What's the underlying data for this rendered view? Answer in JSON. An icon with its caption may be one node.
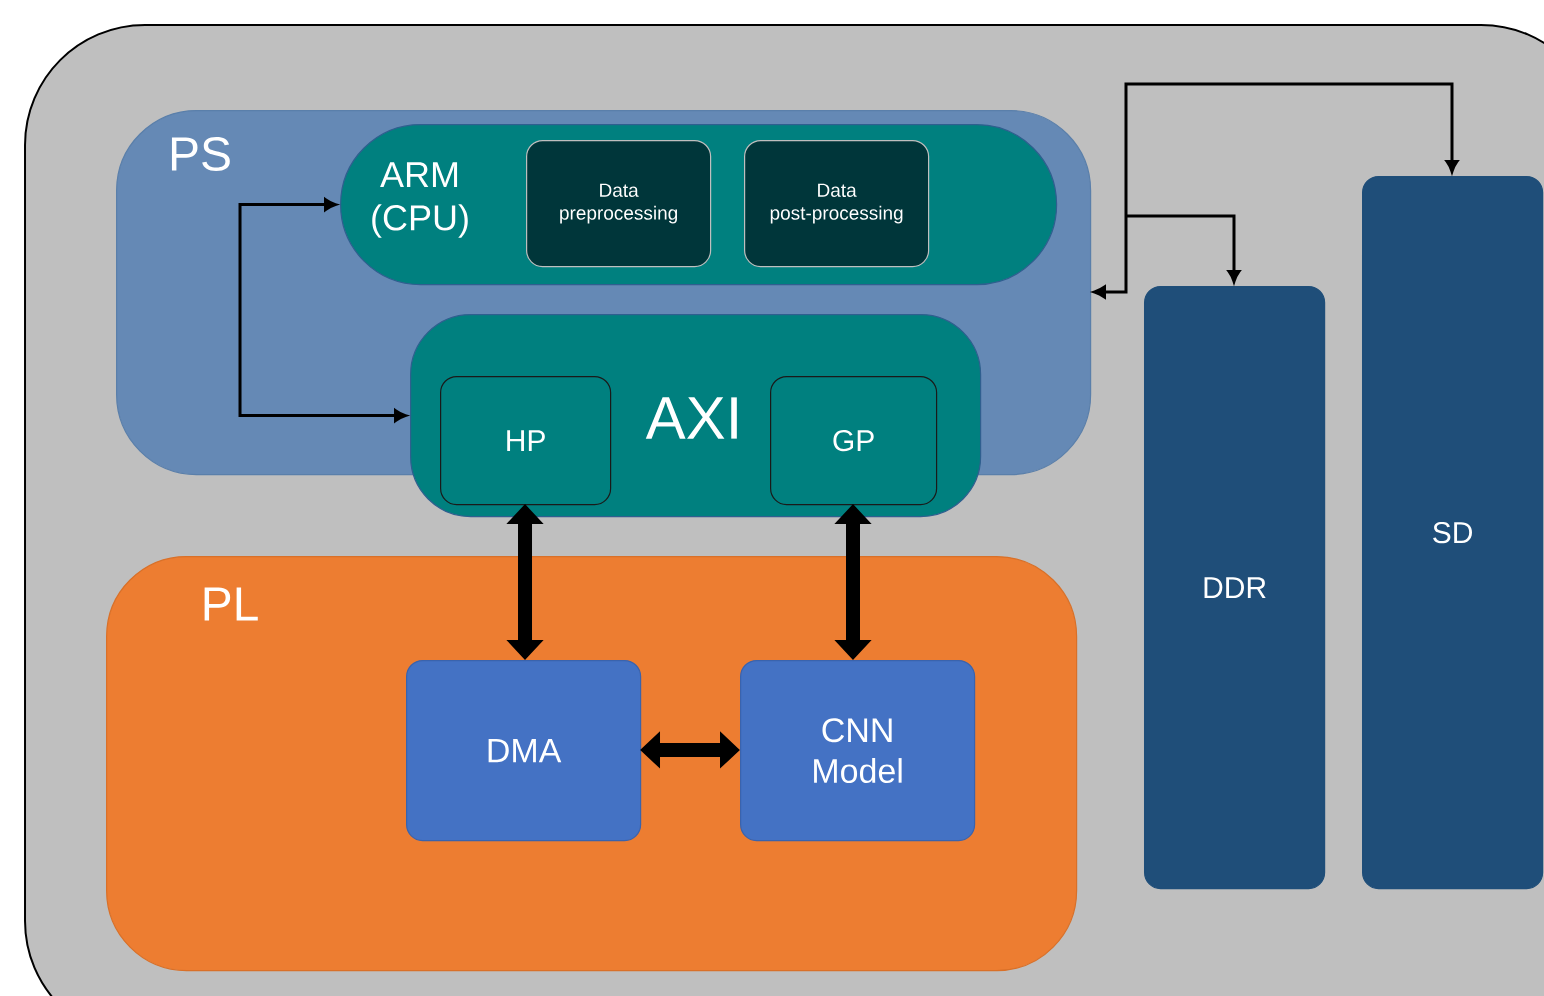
{
  "diagram": {
    "nodes": [
      {
        "text": [],
        "shape": "box"
      },
      {
        "text": [
          "PS"
        ],
        "in": 0
      },
      {
        "text": [
          "ARM (CPU)"
        ],
        "in": 1
      },
      {
        "text": [
          "Data preprocessing"
        ],
        "in": 2
      },
      {
        "text": [
          "Data post-processing"
        ],
        "in": 2
      },
      {
        "text": [
          "AXI"
        ],
        "in": 0
      },
      {
        "text": [
          "HP"
        ],
        "in": 5
      },
      {
        "text": [
          "GP"
        ],
        "in": 5
      },
      {
        "text": [
          "PL"
        ],
        "in": 0
      },
      {
        "text": [
          "DMA"
        ],
        "in": 8
      },
      {
        "text": [
          "CNN Model"
        ],
        "in": 8
      },
      {
        "text": [
          "DDR"
        ],
        "in": 0
      },
      {
        "text": [
          "SD"
        ],
        "in": 0
      }
    ],
    "edges": [
      {
        "from": 2,
        "to": 5,
        "arrow": "both"
      },
      {
        "from": 6,
        "to": 9,
        "arrow": "both",
        "style": "thick"
      },
      {
        "from": 7,
        "to": 10,
        "arrow": "both",
        "style": "thick"
      },
      {
        "from": 9,
        "to": 10,
        "arrow": "both",
        "style": "thick"
      },
      {
        "from": 1,
        "to": 11,
        "arrow": "both"
      },
      {
        "from": 1,
        "to": 12,
        "arrow": "both"
      }
    ]
  }
}
